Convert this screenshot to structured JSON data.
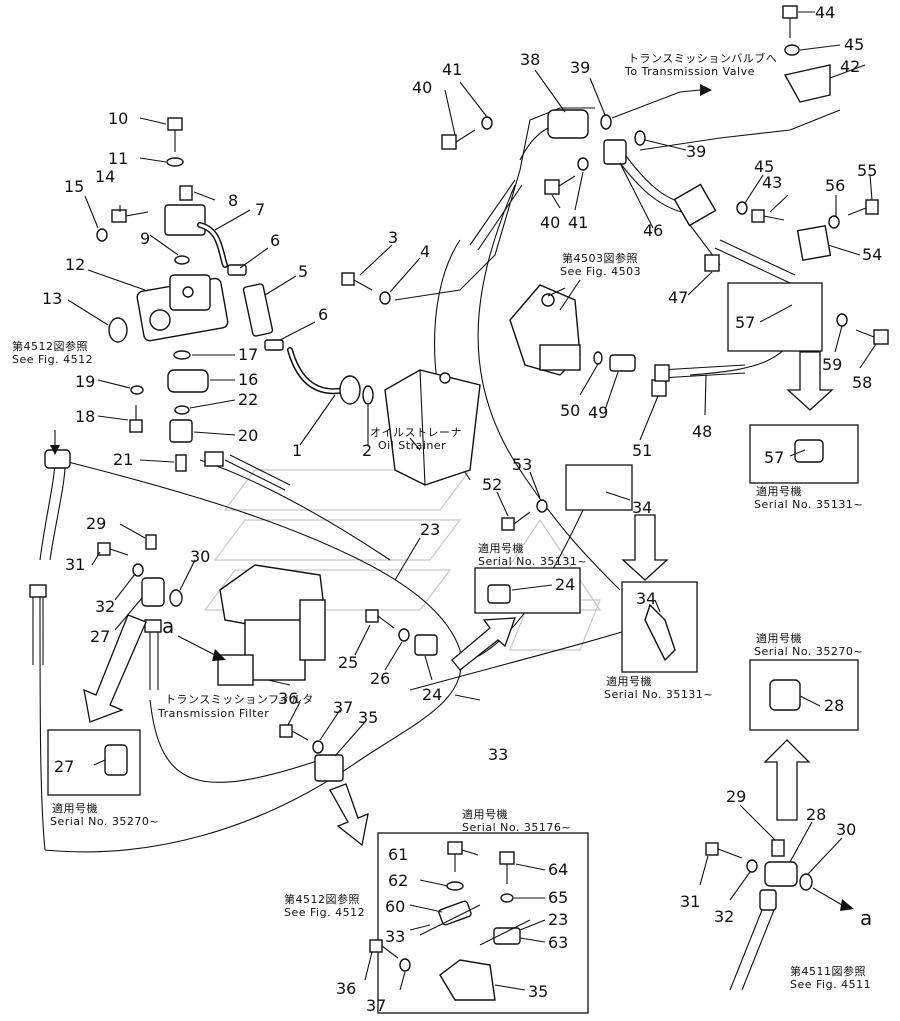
{
  "callouts": [
    "1",
    "2",
    "3",
    "4",
    "5",
    "6",
    "6",
    "7",
    "8",
    "9",
    "10",
    "11",
    "12",
    "13",
    "14",
    "15",
    "16",
    "17",
    "18",
    "19",
    "20",
    "21",
    "22",
    "23",
    "23",
    "24",
    "24",
    "25",
    "26",
    "27",
    "27",
    "28",
    "28",
    "29",
    "29",
    "30",
    "30",
    "31",
    "31",
    "32",
    "32",
    "33",
    "33",
    "34",
    "34",
    "35",
    "35",
    "36",
    "36",
    "37",
    "37",
    "38",
    "39",
    "39",
    "40",
    "40",
    "41",
    "41",
    "42",
    "43",
    "44",
    "45",
    "45",
    "46",
    "47",
    "48",
    "49",
    "50",
    "51",
    "52",
    "53",
    "54",
    "55",
    "56",
    "57",
    "57",
    "58",
    "59",
    "60",
    "61",
    "62",
    "63",
    "64",
    "65"
  ],
  "labels": {
    "to_transmission_valve_jp": "トランスミッションバルブへ",
    "to_transmission_valve_en": "To Transmission Valve",
    "see_fig_4503_jp": "第4503図参照",
    "see_fig_4503_en": "See Fig. 4503",
    "see_fig_4512_jp": "第4512図参照",
    "see_fig_4512_en": "See Fig. 4512",
    "oil_strainer_jp": "オイルストレーナ",
    "oil_strainer_en": "Oil Strainer",
    "trans_filter_jp": "トランスミッションフィルタ",
    "trans_filter_en": "Transmission Filter",
    "serial_jp": "適用号機",
    "serial_35131": "Serial No. 35131~",
    "serial_35270": "Serial No. 35270~",
    "serial_35176": "Serial No. 35176~",
    "see_fig_4511_jp": "第4511図参照",
    "see_fig_4511_en": "See Fig. 4511",
    "ref_a": "a"
  }
}
